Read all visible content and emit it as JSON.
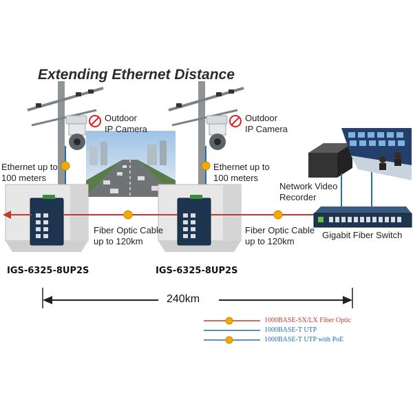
{
  "title": "Extending Ethernet Distance",
  "cameras": [
    {
      "label_line1": "Outdoor",
      "label_line2": "IP Camera"
    },
    {
      "label_line1": "Outdoor",
      "label_line2": "IP Camera"
    }
  ],
  "ethernet_labels": [
    {
      "line1": "Ethernet up to",
      "line2": "100 meters"
    },
    {
      "line1": "Ethernet up to",
      "line2": "100 meters"
    }
  ],
  "fiber_labels": [
    {
      "line1": "Fiber Optic Cable",
      "line2": "up to 120km"
    },
    {
      "line1": "Fiber Optic Cable",
      "line2": "up to 120km"
    }
  ],
  "switch_models": [
    "IGS-6325-8UP2S",
    "IGS-6325-8UP2S"
  ],
  "nvr": {
    "line1": "Network Video",
    "line2": "Recorder"
  },
  "fiber_switch_label": "Gigabit Fiber Switch",
  "distance_label": "240km",
  "legend": [
    {
      "text": "1000BASE-SX/LX Fiber Optic",
      "color": "#c0392b",
      "icon": "fiber-badge"
    },
    {
      "text": "1000BASE-T UTP",
      "color": "#1f6fb5",
      "icon": "none"
    },
    {
      "text": "1000BASE-T UTP with PoE",
      "color": "#1f6fb5",
      "icon": "poe-badge"
    }
  ],
  "colors": {
    "fiber": "#c0392b",
    "utp": "#1f6fb5",
    "badge": "#f2a900"
  }
}
